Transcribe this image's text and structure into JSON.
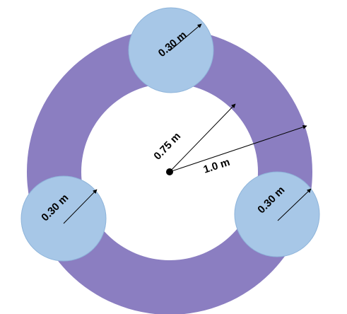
{
  "colors": {
    "ring": "#8b7ec1",
    "small_disc": "#a7c7e7",
    "small_disc_stroke": "#8eb4da",
    "arrow": "#000000",
    "background": "#ffffff"
  },
  "labels": {
    "inner_radius": "0.75 m",
    "outer_radius": "1.0 m",
    "top_disc_radius": "0.30 m",
    "left_disc_radius": "0.30 m",
    "right_disc_radius": "0.30 m"
  }
}
